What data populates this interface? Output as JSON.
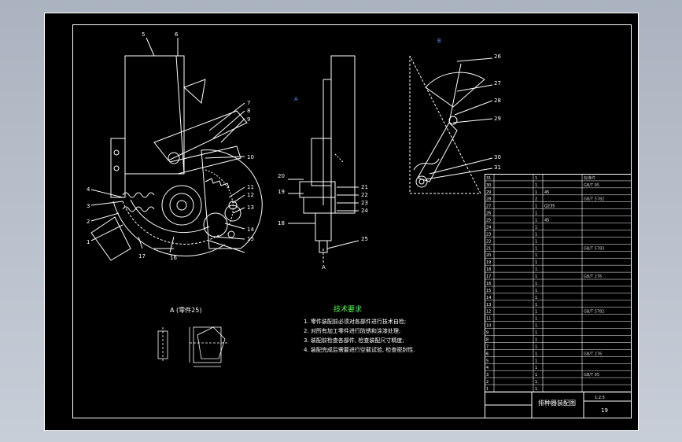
{
  "viewer": {
    "background_colors": [
      "#aab3bf",
      "#c7ced8"
    ],
    "canvas_color": "#000000"
  },
  "drawing": {
    "line_color": "#ffffff",
    "title_block": {
      "drawing_title": "排种器装配图",
      "sheet_number": "19",
      "scale": "1:2.5"
    },
    "views": {
      "main_view_label": "",
      "side_view_label": "A",
      "side_view_arrow_label": "A",
      "detail_view_label": "B",
      "part_view_title": "A (零件25)"
    },
    "technical_requirements": {
      "title": "技术要求",
      "items": [
        "1. 零件装配前必须对各部件进行技术自检;",
        "2. 对所有加工零件进行防锈和涂漆处理;",
        "3. 装配前检查各部件, 检查装配尺寸精度;",
        "4. 装配完成后需要进行空载试验, 检查密封性."
      ]
    },
    "part_numbers": {
      "main": [
        "5",
        "6",
        "7",
        "8",
        "9",
        "10",
        "11",
        "12",
        "13",
        "14",
        "15",
        "16",
        "17",
        "1",
        "2",
        "3",
        "4"
      ],
      "side": [
        "20",
        "19",
        "18",
        "21",
        "22",
        "23",
        "24",
        "25"
      ],
      "detail": [
        "26",
        "27",
        "28",
        "29",
        "30",
        "31"
      ]
    },
    "parts_list_rows": [
      [
        "31",
        "",
        "1",
        "",
        "标准件"
      ],
      [
        "30",
        "",
        "1",
        "",
        "GB/T 95"
      ],
      [
        "29",
        "",
        "1",
        "45",
        ""
      ],
      [
        "28",
        "",
        "2",
        "",
        "GB/T 5782"
      ],
      [
        "27",
        "",
        "1",
        "Q235",
        ""
      ],
      [
        "26",
        "",
        "1",
        "",
        ""
      ],
      [
        "25",
        "",
        "1",
        "45",
        ""
      ],
      [
        "24",
        "",
        "1",
        "",
        ""
      ],
      [
        "23",
        "",
        "1",
        "",
        ""
      ],
      [
        "22",
        "",
        "1",
        "",
        ""
      ],
      [
        "21",
        "",
        "1",
        "",
        "GB/T 5783"
      ],
      [
        "20",
        "",
        "1",
        "",
        ""
      ],
      [
        "19",
        "",
        "1",
        "",
        ""
      ],
      [
        "18",
        "",
        "1",
        "",
        ""
      ],
      [
        "17",
        "",
        "1",
        "",
        "GB/T 276"
      ],
      [
        "16",
        "",
        "1",
        "",
        ""
      ],
      [
        "15",
        "",
        "1",
        "",
        ""
      ],
      [
        "14",
        "",
        "1",
        "",
        ""
      ],
      [
        "13",
        "",
        "1",
        "",
        ""
      ],
      [
        "12",
        "",
        "1",
        "",
        "GB/T 5782"
      ],
      [
        "11",
        "",
        "1",
        "",
        ""
      ],
      [
        "10",
        "",
        "1",
        "",
        ""
      ],
      [
        "9",
        "",
        "1",
        "",
        ""
      ],
      [
        "8",
        "",
        "1",
        "",
        ""
      ],
      [
        "7",
        "",
        "1",
        "",
        ""
      ],
      [
        "6",
        "",
        "1",
        "",
        "GB/T 276"
      ],
      [
        "5",
        "",
        "1",
        "",
        ""
      ],
      [
        "4",
        "",
        "1",
        "",
        ""
      ],
      [
        "3",
        "",
        "1",
        "",
        "GB/T 95"
      ],
      [
        "2",
        "",
        "1",
        "",
        ""
      ],
      [
        "1",
        "",
        "1",
        "",
        ""
      ]
    ]
  }
}
